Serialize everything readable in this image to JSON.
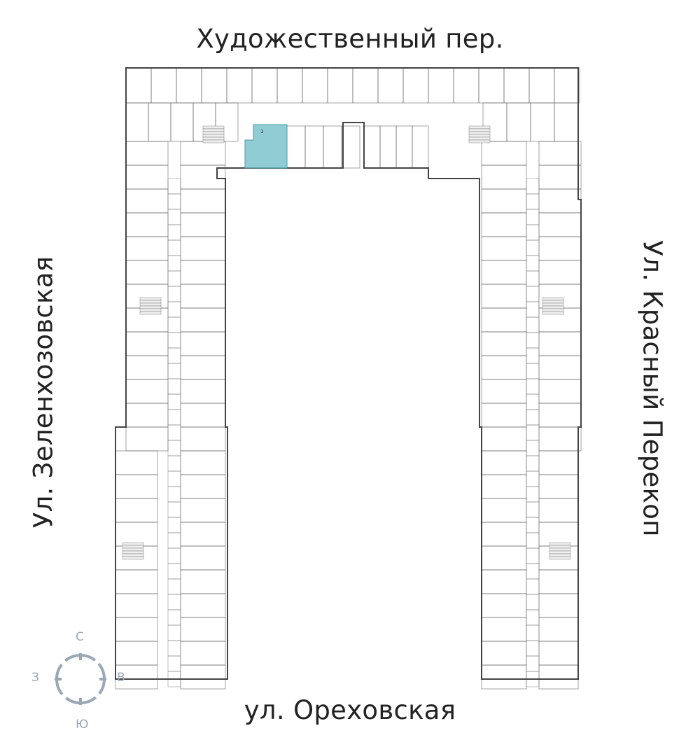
{
  "streets": {
    "top": "Художественный пер.",
    "bottom": "ул. Ореховская",
    "left": "Ул. Зеленхозовская",
    "right": "Ул. Красный Перекоп"
  },
  "compass": {
    "north": "С",
    "south": "Ю",
    "west": "З",
    "east": "В"
  },
  "highlighted_apartment": {
    "rooms": "1",
    "color": "#7cc3cb"
  },
  "colors": {
    "walls": "#555555",
    "compass": "#9aa8b6"
  }
}
